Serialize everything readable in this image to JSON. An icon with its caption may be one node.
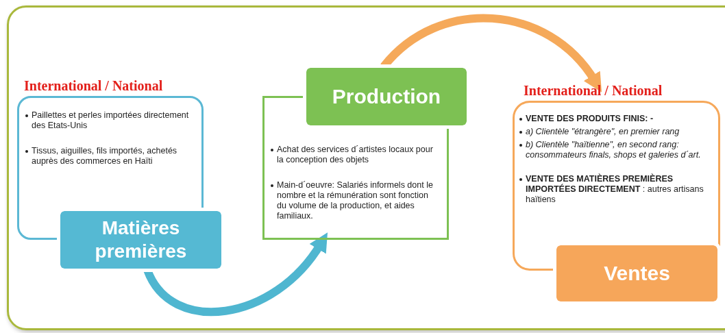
{
  "diagram": {
    "nodes": [
      {
        "text": [
          "International / National",
          "Paillettes et perles importées directement des Etats-Unis",
          "Tissus, aiguilles, fils importés, achetés auprès des commerces en Haïti"
        ]
      },
      {
        "text": [
          "Matières premières"
        ]
      },
      {
        "text": [
          "Production"
        ]
      },
      {
        "text": [
          "Achat des services d´artistes locaux pour la conception des objets",
          "Main-d´oeuvre: Salariés informels dont le nombre et la rémunération sont fonction du volume de la production, et aides familiaux."
        ]
      },
      {
        "text": [
          "International / National",
          "VENTE DES PRODUITS FINIS: -",
          "a) Clientèle \"étrangère\", en premier rang",
          "b) Clientèle \"haïtienne\", en second rang: consommateurs finals, shops et galeries d´art.",
          "**VENTE DES MATIÈRES PREMIÈRES IMPORTÉES DIRECTEMENT** : autres artisans haïtiens"
        ]
      },
      {
        "text": [
          "Ventes"
        ]
      }
    ],
    "edges": [
      {
        "from": 1,
        "to": 3,
        "arrow": "to",
        "color": "#4fb6d0"
      },
      {
        "from": 2,
        "to": 4,
        "arrow": "to",
        "color": "#f5a95a"
      }
    ]
  }
}
